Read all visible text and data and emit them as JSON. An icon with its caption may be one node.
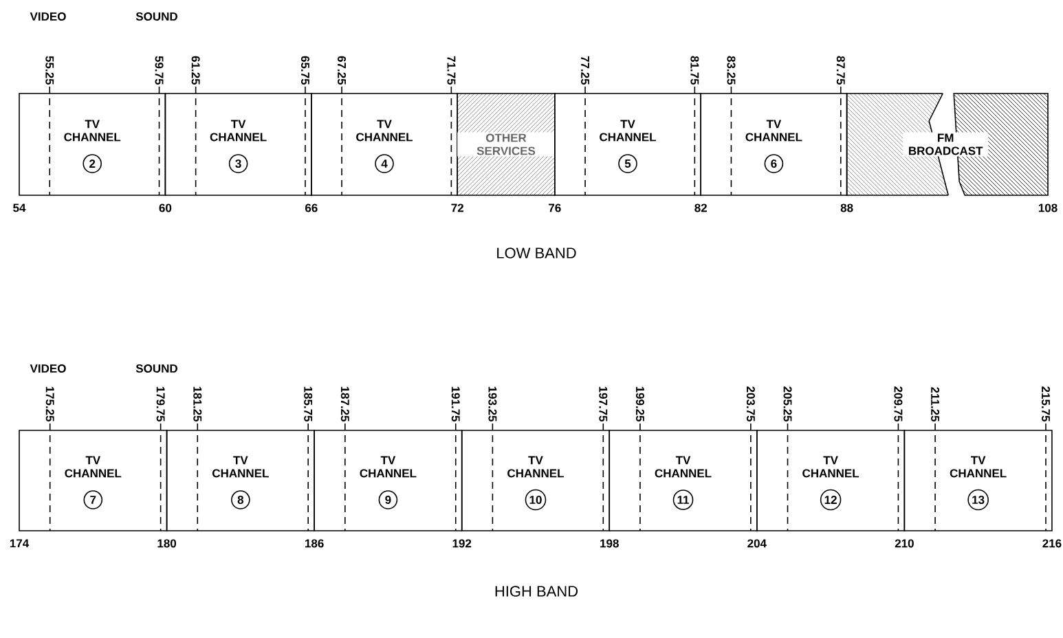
{
  "diagram": {
    "nodes": [
      {
        "text": [
          "TV CHANNEL",
          "2"
        ]
      },
      {
        "text": [
          "TV CHANNEL",
          "3"
        ]
      },
      {
        "text": [
          "TV CHANNEL",
          "4"
        ]
      },
      {
        "text": [
          "OTHER SERVICES"
        ]
      },
      {
        "text": [
          "TV CHANNEL",
          "5"
        ]
      },
      {
        "text": [
          "TV CHANNEL",
          "6"
        ]
      },
      {
        "text": [
          "FM BROADCAST"
        ]
      },
      {
        "text": [
          "TV CHANNEL",
          "7"
        ]
      },
      {
        "text": [
          "TV CHANNEL",
          "8"
        ]
      },
      {
        "text": [
          "TV CHANNEL",
          "9"
        ]
      },
      {
        "text": [
          "TV CHANNEL",
          "10"
        ]
      },
      {
        "text": [
          "TV CHANNEL",
          "11"
        ]
      },
      {
        "text": [
          "TV CHANNEL",
          "12"
        ]
      },
      {
        "text": [
          "TV CHANNEL",
          "13"
        ]
      }
    ],
    "labels": [
      "VIDEO",
      "SOUND",
      "55.25",
      "59.75",
      "61.25",
      "65.75",
      "67.25",
      "71.75",
      "77.25",
      "81.75",
      "83.25",
      "87.75",
      "54",
      "60",
      "66",
      "72",
      "76",
      "82",
      "88",
      "108",
      "LOW BAND",
      "VIDEO",
      "SOUND",
      "175.25",
      "179.75",
      "181.25",
      "185.75",
      "187.25",
      "191.75",
      "193.25",
      "197.75",
      "199.25",
      "203.75",
      "205.25",
      "209.75",
      "211.25",
      "215.75",
      "174",
      "180",
      "186",
      "192",
      "198",
      "204",
      "210",
      "216",
      "HIGH BAND"
    ]
  }
}
